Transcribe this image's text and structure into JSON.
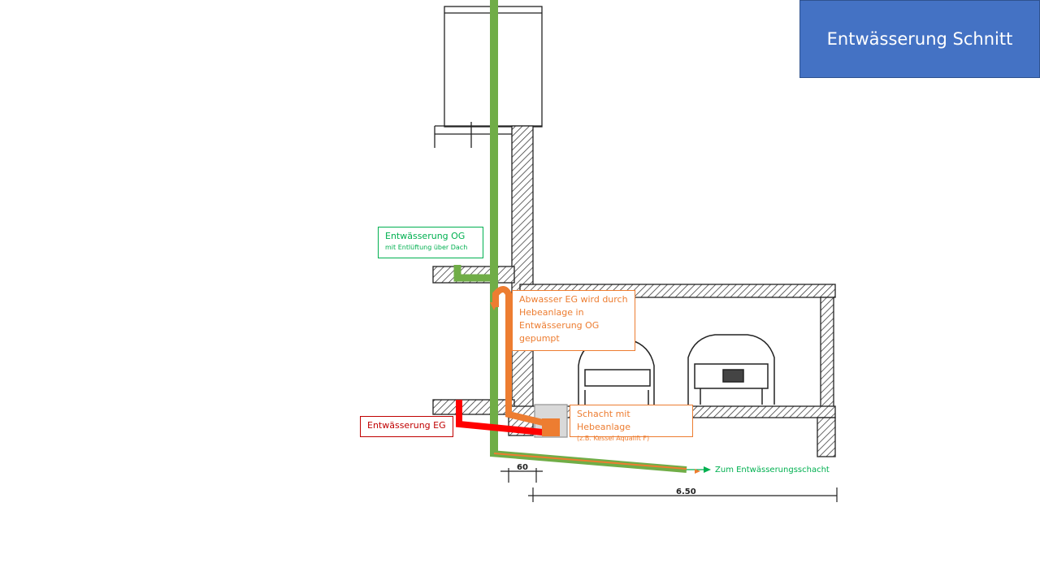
{
  "title": "Entwässerung Schnitt",
  "labels": {
    "og": {
      "main": "Entwässerung OG",
      "sub": "mit Entlüftung über Dach",
      "color": "#00b050"
    },
    "pump_note": {
      "lines": [
        "Abwasser EG  wird durch",
        "Hebeanlage in",
        "Entwässerung OG",
        "gepumpt"
      ],
      "color": "#ed7d31"
    },
    "schacht": {
      "main": "Schacht mit Hebeanlage",
      "sub": "(z.B. Kessel Aqualift F)",
      "color": "#ed7d31"
    },
    "eg": {
      "main": "Entwässerung EG",
      "color": "#c00000"
    },
    "outlet": {
      "main": "Zum Entwässerungsschacht",
      "color": "#00b050"
    }
  },
  "dimensions": {
    "small": "60",
    "large": "6.50"
  },
  "colors": {
    "og_pipe": "#70ad47",
    "pump_pipe": "#ed7d31",
    "eg_pipe": "#ff0000",
    "title_bg": "#4472c4"
  }
}
